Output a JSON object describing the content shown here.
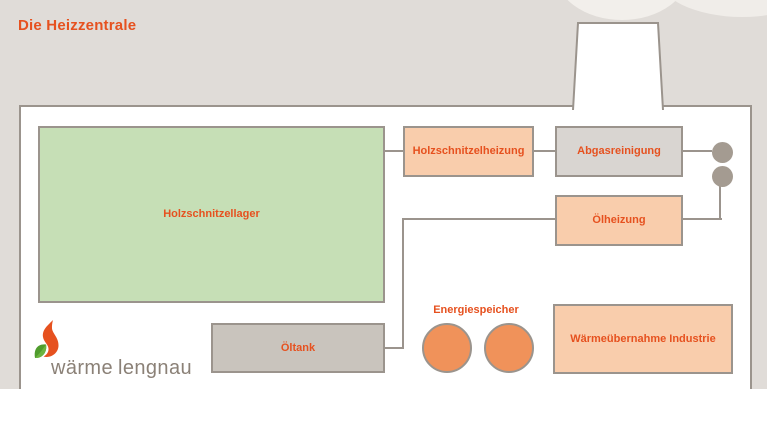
{
  "title": "Die Heizzentrale",
  "nodes": {
    "holzschnitzellager": {
      "label": "Holzschnitzellager"
    },
    "holzschnitzelheizung": {
      "label": "Holzschnitzelheizung"
    },
    "abgasreinigung": {
      "label": "Abgasreinigung"
    },
    "oelheizung": {
      "label": "Ölheizung"
    },
    "oeltank": {
      "label": "Öltank"
    },
    "energiespeicher": {
      "label": "Energiespeicher"
    },
    "waermeuebernahme_industrie": {
      "label": "Wärmeübernahme Industrie"
    }
  },
  "logo": {
    "word1": "wärme",
    "word2": "lengnau"
  },
  "colors": {
    "accent_text": "#e6511f",
    "background_gray": "#e0dcd8",
    "cloud": "#f2efeb",
    "box_orange": "#f9cdac",
    "box_green": "#c6dfb6",
    "box_gray": "#d9d5d1",
    "tank_gray": "#c9c4bd",
    "energy_circle_orange": "#f0925a",
    "flue_circle_gray": "#a49b91",
    "line_gray": "#9b948d",
    "logo_text_gray": "#8b8177"
  }
}
